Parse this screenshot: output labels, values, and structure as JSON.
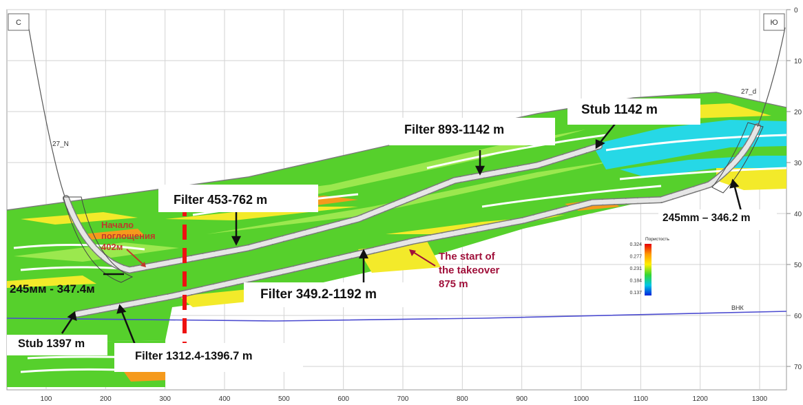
{
  "corners": {
    "left": "С",
    "right": "Ю"
  },
  "wells": {
    "north": "27_N",
    "south": "27_d"
  },
  "x_axis": {
    "ticks": [
      100,
      200,
      300,
      400,
      500,
      600,
      700,
      800,
      900,
      1000,
      1100,
      1200,
      1300
    ]
  },
  "y_axis": {
    "ticks": [
      "0",
      "10",
      "20",
      "30",
      "40",
      "50",
      "60",
      "70"
    ]
  },
  "labels": {
    "stub_1142": "Stub 1142 m",
    "filter_893": "Filter 893-1142 m",
    "filter_453": "Filter 453-762 m",
    "nachalo": [
      "Начало",
      "поглощения",
      "402м"
    ],
    "casing_right": "245mm – 346.2 m",
    "takeover": [
      "The start of",
      "the takeover",
      "875 m"
    ],
    "casing_left": "245мм - 347.4м",
    "filter_349": "Filter 349.2-1192 m",
    "stub_1397": "Stub 1397 m",
    "filter_1312": "Filter 1312.4-1396.7 m",
    "vnk": "ВНК"
  },
  "legend": {
    "title": "Пористость",
    "values": [
      "0.324",
      "0.277",
      "0.231",
      "0.184",
      "0.137"
    ]
  },
  "colors": {
    "green": "#56d02c",
    "light_green": "#9be84e",
    "yellow": "#f3ea2a",
    "orange": "#f59a1c",
    "cyan": "#26d8e6",
    "wellbore": "#d4d4d4",
    "contact_line": "#4b4bd0",
    "dashed_marker": "#ee1111",
    "annotation_red": "#c0392b",
    "annotation_maroon": "#a0103a"
  }
}
